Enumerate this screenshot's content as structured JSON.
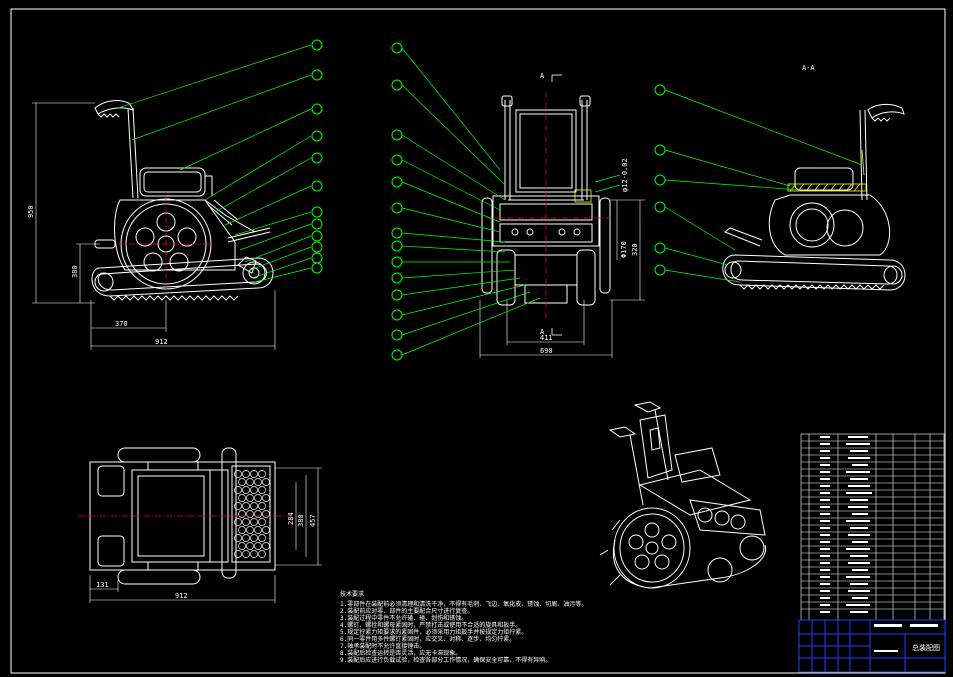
{
  "labels": {
    "view_section": "A-A",
    "section_mark_top": "A",
    "section_mark_bottom": "A"
  },
  "dims": {
    "front_height": "950",
    "front_wheel_height": "380",
    "front_w1": "370",
    "front_w2": "912",
    "side_w1": "411",
    "side_w2": "690",
    "side_v1": "Φ170",
    "side_v2": "320",
    "side_v3": "φ12-0.02",
    "top_w1": "131",
    "top_w2": "912",
    "top_v1": "284",
    "top_v2": "380",
    "top_v3": "457"
  },
  "notes": {
    "title": "技术要求",
    "lines": [
      "1.零部件在装配前必须清理和清洗干净，不得有毛刺、飞边、氧化皮、锈蚀、切屑、油污等。",
      "2.装配前应对零、部件的主要配合尺寸进行复查。",
      "3.装配过程中零件不允许磕、碰、划伤和锈蚀。",
      "4.螺钉、螺栓和螺母紧固时，严禁打击或使用不合适的旋具和扳手。",
      "5.规定拧紧力矩要求的紧固件，必须采用力矩扳手并按规定力矩拧紧。",
      "6.同一零件用多件螺钉紧固时，应交叉、对称、逐步、均匀拧紧。",
      "7.轴承装配时不允许直接锤击。",
      "8.装配后检查运转是否灵活，应无卡滞现象。",
      "9.装配后应进行负载试验，检查各部分工作情况，确保安全可靠，不得有异响。"
    ]
  },
  "title_block": {
    "drawing_title": "总装配图"
  },
  "colors": {
    "background": "#000000",
    "outline": "#ffffff",
    "leader": "#00ff00",
    "centerline": "#ff0000",
    "accent": "#ffff00",
    "titleblock": "#2040ff"
  }
}
